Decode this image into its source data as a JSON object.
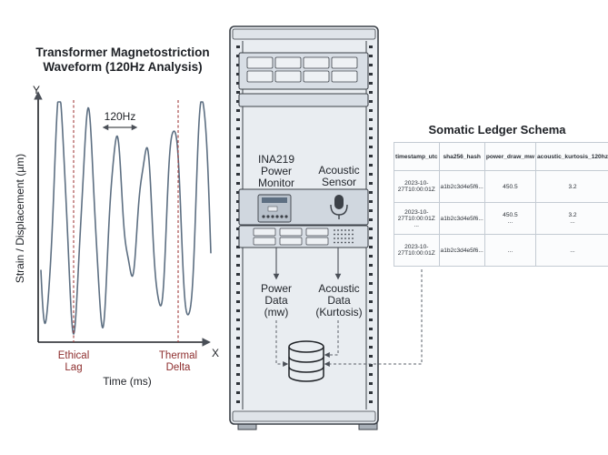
{
  "waveform": {
    "title_line1": "Transformer Magnetostriction",
    "title_line2": "Waveform (120Hz Analysis)",
    "y_axis": "Y",
    "x_axis": "X",
    "y_label": "Strain / Displacement (µm)",
    "x_label": "Time (ms)",
    "frequency_label": "120Hz",
    "marker_left_line1": "Ethical",
    "marker_left_line2": "Lag",
    "marker_right_line1": "Thermal",
    "marker_right_line2": "Delta",
    "colors": {
      "wave": "#5d6f82",
      "marker": "#a33c3c",
      "axis": "#1e2126"
    }
  },
  "rack": {
    "ina_line1": "INA219",
    "ina_line2": "Power",
    "ina_line3": "Monitor",
    "acoustic_line1": "Acoustic",
    "acoustic_line2": "Sensor",
    "power_line1": "Power",
    "power_line2": "Data",
    "power_line3": "(mw)",
    "acoustic_data_line1": "Acoustic",
    "acoustic_data_line2": "Data",
    "acoustic_data_line3": "(Kurtosis)",
    "icons": [
      "ina219-board-icon",
      "microphone-icon",
      "database-icon"
    ],
    "colors": {
      "frame": "#e9edf1",
      "frame_border": "#3c4148",
      "unit": "#d8dee5",
      "rail_hole": "#2f343a"
    }
  },
  "ledger": {
    "title": "Somatic Ledger Schema",
    "columns": [
      "timestamp_utc",
      "sha256_hash",
      "power_draw_mw",
      "acoustic_kurtosis_120hz"
    ],
    "rows": [
      [
        "2023-10-27T10:00:01Z",
        "a1b2c3d4e5f6...",
        "450.5",
        "3.2"
      ],
      [
        "2023-10-27T10:00:01Z\n...",
        "a1b2c3d4e5f6...",
        "450.5\n...",
        "3.2\n..."
      ],
      [
        "2023-10-27T10:00:01Z",
        "a1b2c3d4e5f6...",
        "...",
        "..."
      ]
    ]
  }
}
